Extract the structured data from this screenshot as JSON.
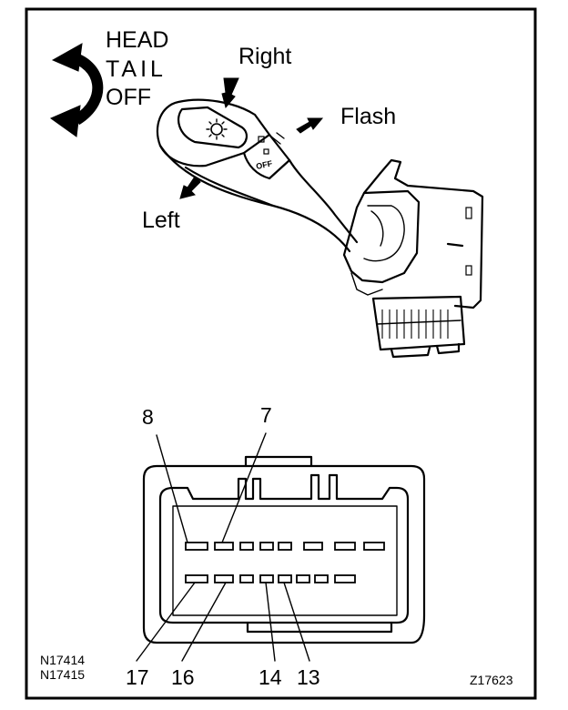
{
  "switch": {
    "head": "HEAD",
    "tail": "TAIL",
    "off": "OFF",
    "right": "Right",
    "flash": "Flash",
    "left": "Left",
    "lever_off": "OFF"
  },
  "connector": {
    "pin_8": "8",
    "pin_7": "7",
    "pin_17": "17",
    "pin_16": "16",
    "pin_14": "14",
    "pin_13": "13"
  },
  "codes": {
    "ref_1": "N17414",
    "ref_2": "N17415",
    "figure": "Z17623"
  }
}
